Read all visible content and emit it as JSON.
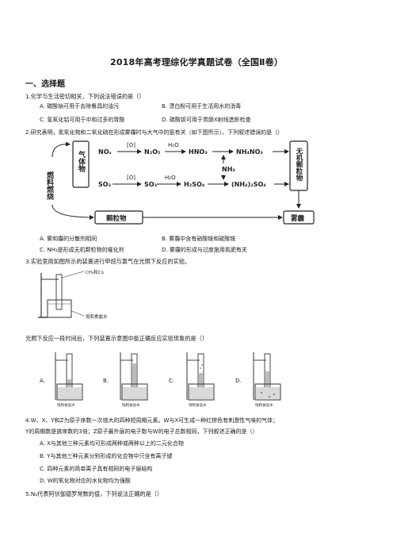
{
  "title": "2018年高考理综化学真题试卷（全国Ⅱ卷）",
  "section": "一、选择题",
  "q1": {
    "stem": "1.化学与生活密切相关，下列说法错误的是（）",
    "a": "A. 碳酸钠可用于去除餐具的油污",
    "b": "B. 漂白粉可用于生活用水的消毒",
    "c": "C. 氢氧化铝可用于中和过多的胃酸",
    "d": "D. 碳酸钡可用于胃肠X射线造影检查"
  },
  "q2": {
    "stem": "2.研究表明，氮氧化物和二氧化硫在形成雾霾时与大气中的氨有关（如下图所示）。下列叙述错误的是（）",
    "diagram": {
      "fuel_label": "燃料燃烧",
      "gas_label": "气体物",
      "nox_row": [
        "NOₓ",
        "N₂O₅",
        "HNO₃",
        "NH₄NO₃"
      ],
      "sox_row": [
        "SO₂",
        "SO₃",
        "H₂SO₄",
        "(NH₄)₂SO₄"
      ],
      "reagent_o": "[O]",
      "reagent_h2o": "H₂O",
      "reagent_nh3": "NH₃",
      "inorganic_label": "无机颗粒物",
      "particle_label": "颗粒物",
      "haze_label": "雾霾"
    },
    "a": "A. 雾和霾的分散剂相同",
    "b": "B. 雾霾中含有硝酸铵和硫酸铵",
    "c": "C. NH₃是形成无机颗粒物的催化剂",
    "d": "D. 雾霾的形成与过度施用氮肥有关"
  },
  "q3": {
    "stem": "3.实验室用如图所示的装置进行甲烷与氯气在光照下反应的实验。",
    "apparatus_gas_label": "CH₄和Cl₂",
    "apparatus_liquid_label": "饱和食盐水",
    "follow": "光照下反应一段时间后，下列装置示意图中能正确反应实验现象的是（）",
    "options": [
      "A.",
      "B.",
      "C.",
      "D."
    ],
    "small_label": "饱和食盐水"
  },
  "q4": {
    "stem1": "4.W、X、Y和Z为原子序数一次增大的四种短周期元素。W与X可生成一种红棕色有刺激性气味的气体；",
    "stem2": "Y的周期数是族序数的3倍；Z原子最外层的电子数与W的电子总数相同，下列叙述正确的是（）",
    "a": "A. X与其他三种元素均可形成两种或两种以上的二元化合物",
    "b": "B. Y与其他三种元素分别形成的化合物中只含有离子键",
    "c": "C. 四种元素的简单离子具有相同的电子层结构",
    "d": "D. W的氧化物对应的水化物均为强酸"
  },
  "q5": {
    "stem": "5.Nₐ代表阿伏伽德罗常数的值，下列说法正确的是（）"
  }
}
